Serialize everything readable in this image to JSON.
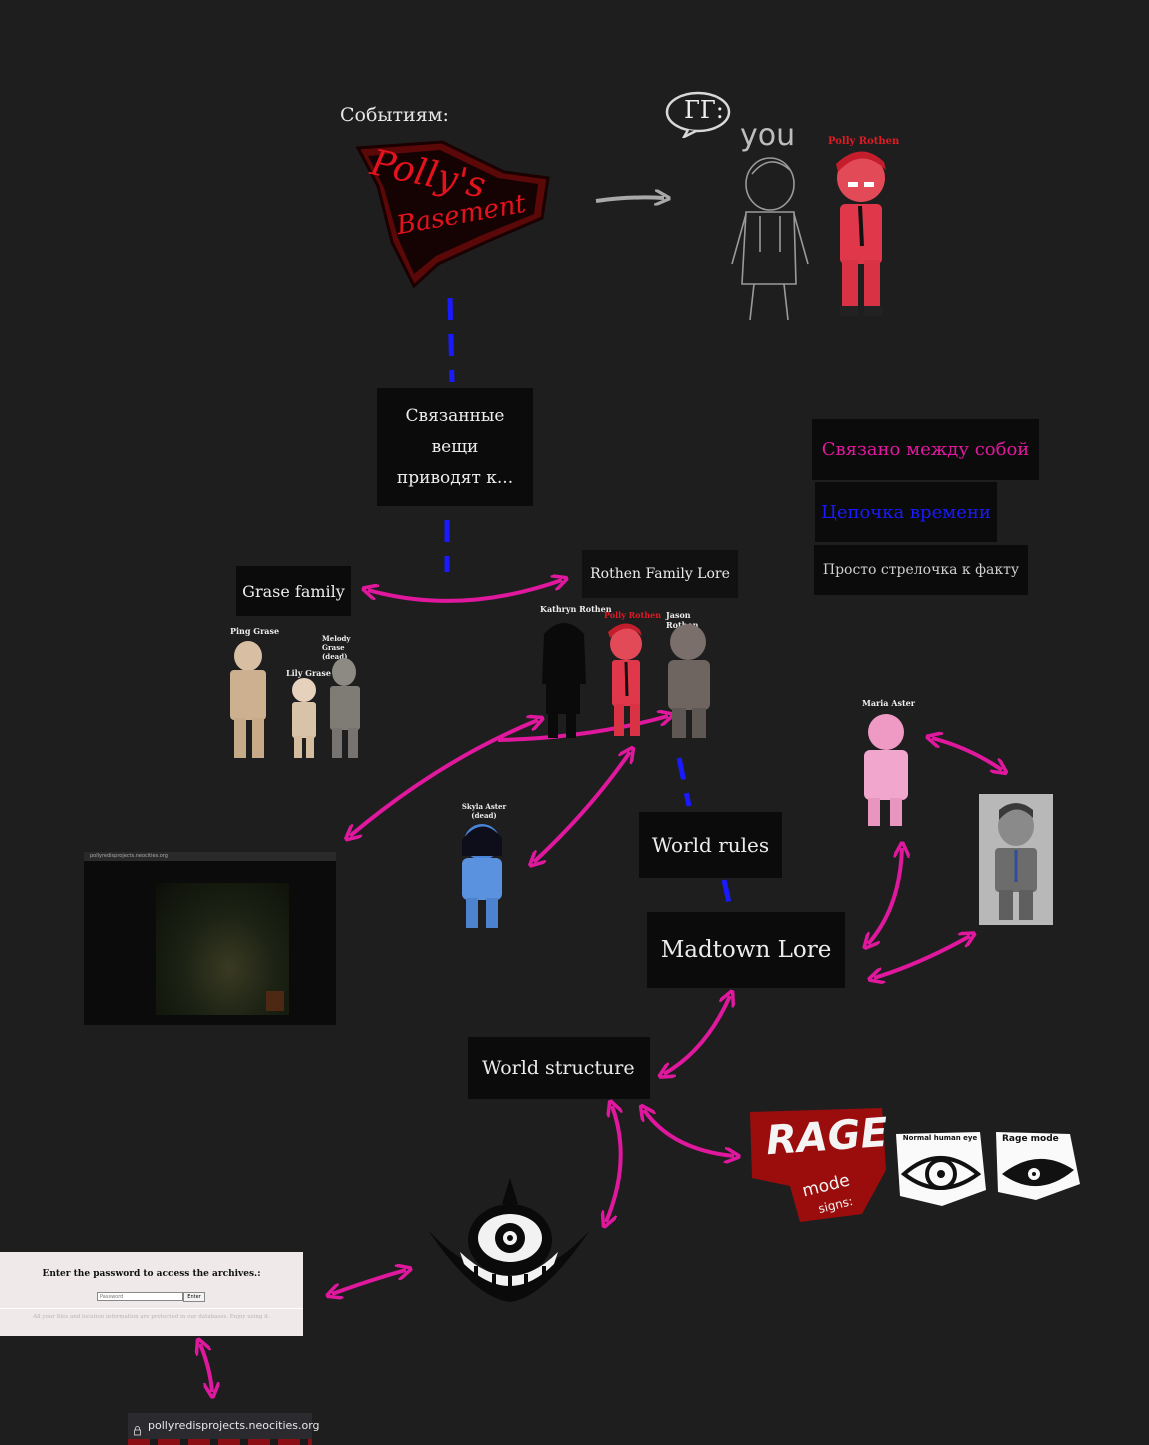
{
  "header": {
    "events_label": "Событиям:",
    "protagonist_label": "ГГ:"
  },
  "protagonist": {
    "you_label": "you",
    "polly_label": "Polly Rothen"
  },
  "logo": {
    "line1": "Polly's",
    "line2": "Basement"
  },
  "nodes": {
    "related": [
      "Связанные",
      "вещи",
      "приводят к..."
    ],
    "grase_family": "Grase family",
    "rothen_lore": "Rothen Family Lore",
    "world_rules": "World rules",
    "madtown_lore": "Madtown Lore",
    "world_structure": "World structure"
  },
  "legend": {
    "linked": "Связано между собой",
    "timeline": "Цепочка времени",
    "fact_arrow": "Просто стрелочка к факту"
  },
  "characters": {
    "grase": [
      "Ping Grase",
      "Lily Grase",
      "Melody Grase (dead)"
    ],
    "rothen": [
      "Kathryn Rothen",
      "Polly Rothen",
      "Jason Rothen"
    ],
    "blue": "Skyla Aster (dead)",
    "pink": "Maria Aster"
  },
  "rage": {
    "title": "RAGE",
    "sub1": "mode",
    "sub2": "signs:",
    "normal_eye": "Normal human eye",
    "rage_eye": "Rage mode"
  },
  "password_panel": {
    "title": "Enter the password to access the archives.:",
    "placeholder": "Password",
    "button": "Enter",
    "footer": "All your files and location information are protected in our databases. Enjoy using it."
  },
  "url_bar": {
    "url": "pollyredisprojects.neocities.org"
  },
  "screenshot_panel": {
    "tabbar": "pollyredisprojects.neocities.org"
  },
  "colors": {
    "linked": "#e0189e",
    "timeline": "#1a1aff",
    "fact": "#cfcfcf",
    "background": "#1e1e1f",
    "box": "#0b0b0b"
  }
}
